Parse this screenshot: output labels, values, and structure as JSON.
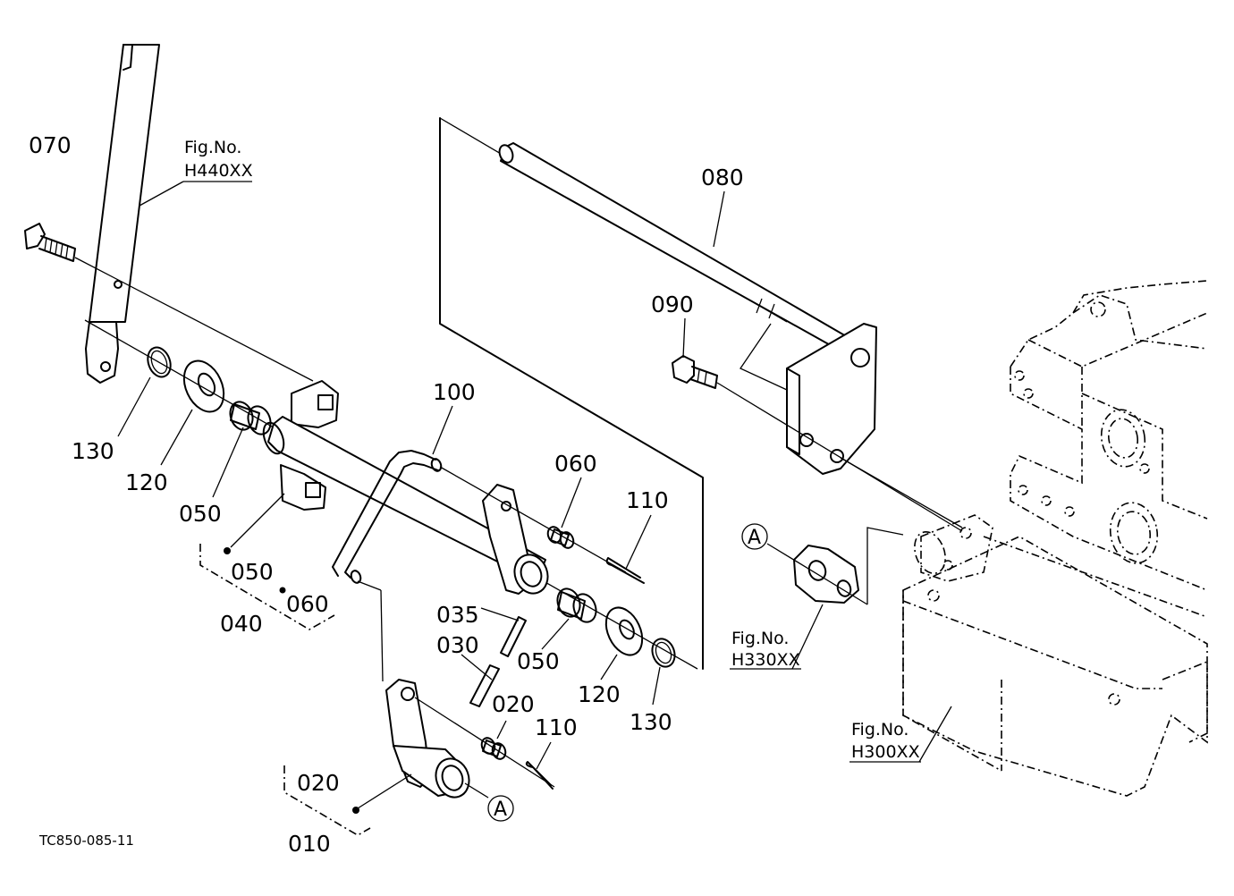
{
  "figure_code": "TC850-085-11",
  "fig_refs": [
    {
      "label": "Fig.No.",
      "number": "H440XX"
    },
    {
      "label": "Fig.No.",
      "number": "H330XX"
    },
    {
      "label": "Fig.No.",
      "number": "H300XX"
    }
  ],
  "connector": "A",
  "parts": {
    "p070": "070",
    "p080": "080",
    "p090": "090",
    "p100": "100",
    "p130a": "130",
    "p120a": "120",
    "p050a": "050",
    "p050b": "050",
    "p060a": "060",
    "p040": "040",
    "p060b": "060",
    "p110a": "110",
    "p035": "035",
    "p030": "030",
    "p050c": "050",
    "p120b": "120",
    "p130b": "130",
    "p020a": "020",
    "p110b": "110",
    "p020b": "020",
    "p010": "010"
  }
}
